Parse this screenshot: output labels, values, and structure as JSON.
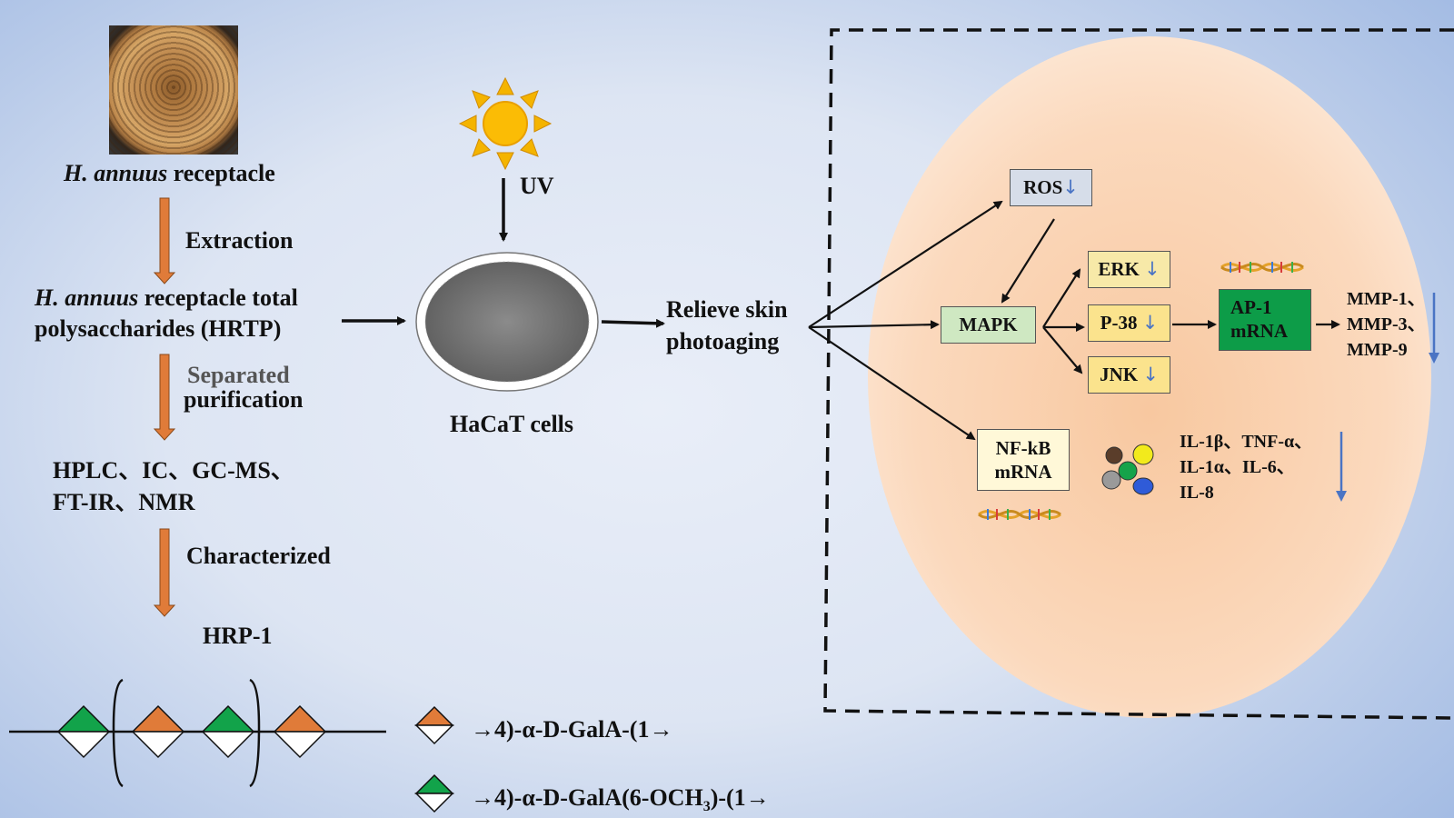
{
  "source": {
    "genus": "H. annuus",
    "rest": " receptacle"
  },
  "steps": {
    "extraction": "Extraction",
    "separated_line1": "Separated",
    "separated_line2": "purification",
    "characterized": "Characterized"
  },
  "hrtp": {
    "genus": "H. annuus",
    "line1_rest": " receptacle total",
    "line2": "polysaccharides (HRTP)"
  },
  "methods": {
    "line1": "HPLC、IC、GC-MS、",
    "line2": "FT-IR、NMR"
  },
  "product": "HRP-1",
  "legend": {
    "galA": "→4)-α-D-GalA-(1→",
    "galA_me_prefix": "→4)-α-D-GalA(6-OCH",
    "galA_me_sub": "3",
    "galA_me_suffix": ")-(1→"
  },
  "uv_label": "UV",
  "cells_label": "HaCaT cells",
  "effect": {
    "line1": "Relieve skin",
    "line2": "photoaging"
  },
  "mechanism": {
    "ros": "ROS",
    "mapk": "MAPK",
    "erk": "ERK",
    "p38": "P-38",
    "jnk": "JNK",
    "ap1_line1": "AP-1",
    "ap1_line2": "mRNA",
    "mmp": [
      "MMP-1、",
      "MMP-3、",
      "MMP-9"
    ],
    "nfkb_line1": "NF-kB",
    "nfkb_line2": "mRNA",
    "cytokines": [
      "IL-1β、TNF-α、",
      "IL-1α、IL-6、",
      "IL-8"
    ],
    "down_arrow": "↓"
  },
  "colors": {
    "orange": "#e07b39",
    "green": "#12a34a",
    "step_arrow": "#e07b39",
    "down_arrow": "#4a74c4",
    "cell_region": "#f7c9a4"
  }
}
